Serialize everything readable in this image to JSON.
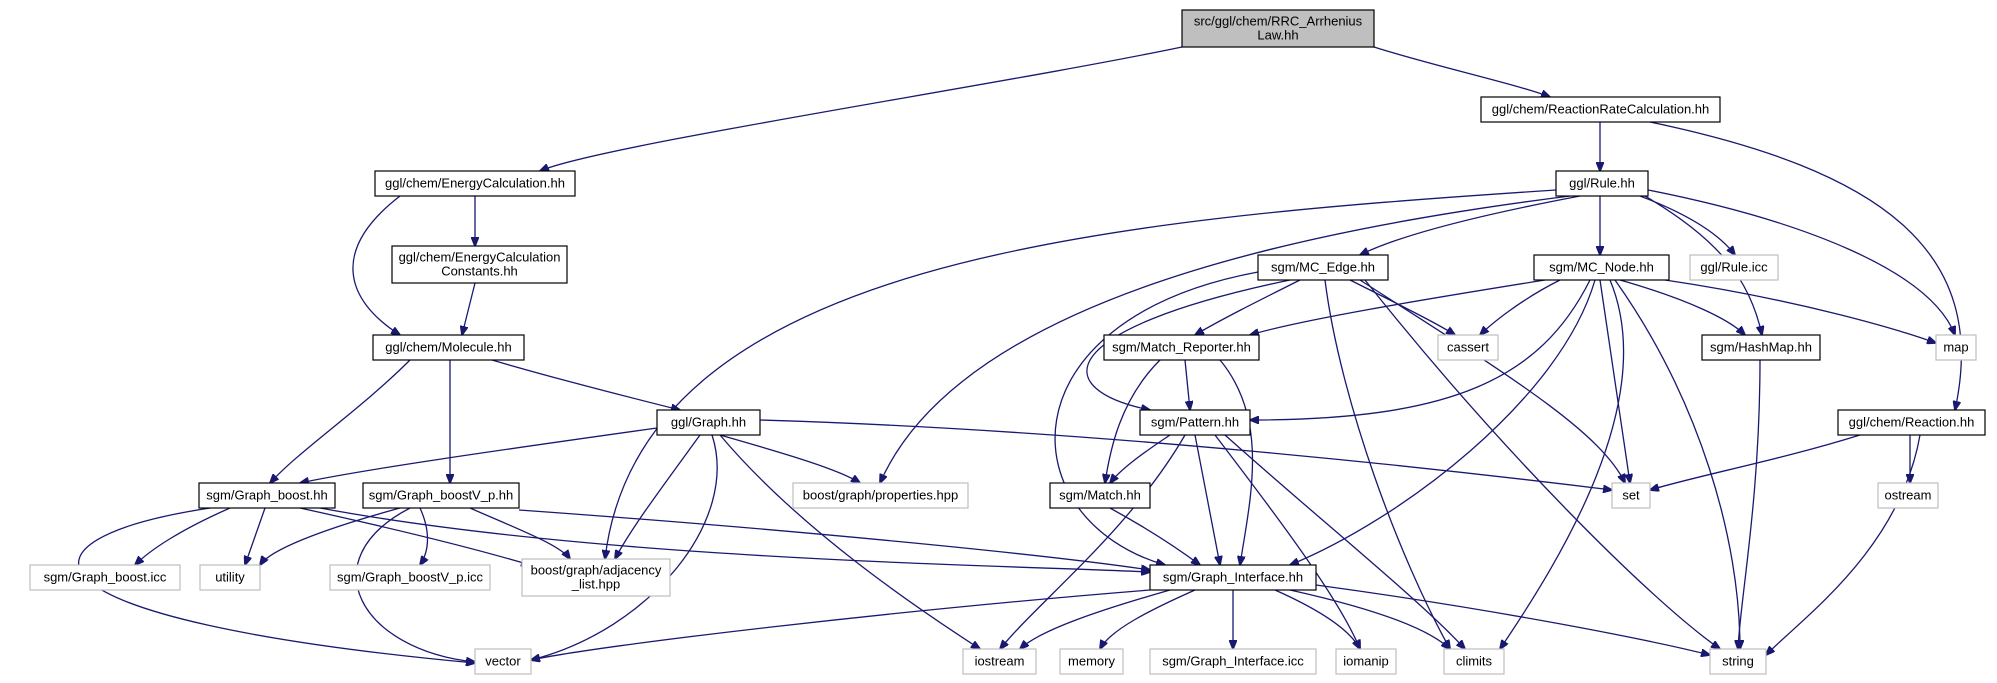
{
  "colors": {
    "edge": "#191970",
    "root_fill": "#bfbfbf",
    "internal_fill": "#ffffff",
    "internal_border": "#000000",
    "external_border": "#bfbfbf",
    "background": "#ffffff"
  },
  "nodes": [
    {
      "id": "n-root",
      "kind": "root",
      "lines": [
        "src/ggl/chem/RRC_Arrhenius",
        "Law.hh"
      ]
    },
    {
      "id": "n-rrc",
      "kind": "internal",
      "lines": [
        "ggl/chem/ReactionRateCalculation.hh"
      ]
    },
    {
      "id": "n-energycalc",
      "kind": "internal",
      "lines": [
        "ggl/chem/EnergyCalculation.hh"
      ]
    },
    {
      "id": "n-energyconst",
      "kind": "internal",
      "lines": [
        "ggl/chem/EnergyCalculation",
        "Constants.hh"
      ]
    },
    {
      "id": "n-molecule",
      "kind": "internal",
      "lines": [
        "ggl/chem/Molecule.hh"
      ]
    },
    {
      "id": "n-rule",
      "kind": "internal",
      "lines": [
        "ggl/Rule.hh"
      ]
    },
    {
      "id": "n-mcedge",
      "kind": "internal",
      "lines": [
        "sgm/MC_Edge.hh"
      ]
    },
    {
      "id": "n-mcnode",
      "kind": "internal",
      "lines": [
        "sgm/MC_Node.hh"
      ]
    },
    {
      "id": "n-ruleicc",
      "kind": "external",
      "lines": [
        "ggl/Rule.icc"
      ]
    },
    {
      "id": "n-cassert",
      "kind": "external",
      "lines": [
        "cassert"
      ]
    },
    {
      "id": "n-matchrep",
      "kind": "internal",
      "lines": [
        "sgm/Match_Reporter.hh"
      ]
    },
    {
      "id": "n-hashmap",
      "kind": "internal",
      "lines": [
        "sgm/HashMap.hh"
      ]
    },
    {
      "id": "n-map",
      "kind": "external",
      "lines": [
        "map"
      ]
    },
    {
      "id": "n-graph",
      "kind": "internal",
      "lines": [
        "ggl/Graph.hh"
      ]
    },
    {
      "id": "n-pattern",
      "kind": "internal",
      "lines": [
        "sgm/Pattern.hh"
      ]
    },
    {
      "id": "n-reaction",
      "kind": "internal",
      "lines": [
        "ggl/chem/Reaction.hh"
      ]
    },
    {
      "id": "n-graphboost",
      "kind": "internal",
      "lines": [
        "sgm/Graph_boost.hh"
      ]
    },
    {
      "id": "n-graphboostv",
      "kind": "internal",
      "lines": [
        "sgm/Graph_boostV_p.hh"
      ]
    },
    {
      "id": "n-properties",
      "kind": "external",
      "lines": [
        "boost/graph/properties.hpp"
      ]
    },
    {
      "id": "n-match",
      "kind": "internal",
      "lines": [
        "sgm/Match.hh"
      ]
    },
    {
      "id": "n-set",
      "kind": "external",
      "lines": [
        "set"
      ]
    },
    {
      "id": "n-ostream",
      "kind": "external",
      "lines": [
        "ostream"
      ]
    },
    {
      "id": "n-graphboosticc",
      "kind": "external",
      "lines": [
        "sgm/Graph_boost.icc"
      ]
    },
    {
      "id": "n-utility",
      "kind": "external",
      "lines": [
        "utility"
      ]
    },
    {
      "id": "n-graphboostvicc",
      "kind": "external",
      "lines": [
        "sgm/Graph_boostV_p.icc"
      ]
    },
    {
      "id": "n-adjacency",
      "kind": "external",
      "lines": [
        "boost/graph/adjacency",
        "_list.hpp"
      ]
    },
    {
      "id": "n-graphinterface",
      "kind": "internal",
      "lines": [
        "sgm/Graph_Interface.hh"
      ]
    },
    {
      "id": "n-vector",
      "kind": "external",
      "lines": [
        "vector"
      ]
    },
    {
      "id": "n-iostream",
      "kind": "external",
      "lines": [
        "iostream"
      ]
    },
    {
      "id": "n-memory",
      "kind": "external",
      "lines": [
        "memory"
      ]
    },
    {
      "id": "n-giicc",
      "kind": "external",
      "lines": [
        "sgm/Graph_Interface.icc"
      ]
    },
    {
      "id": "n-iomanip",
      "kind": "external",
      "lines": [
        "iomanip"
      ]
    },
    {
      "id": "n-climits",
      "kind": "external",
      "lines": [
        "climits"
      ]
    },
    {
      "id": "n-string",
      "kind": "external",
      "lines": [
        "string"
      ]
    }
  ]
}
